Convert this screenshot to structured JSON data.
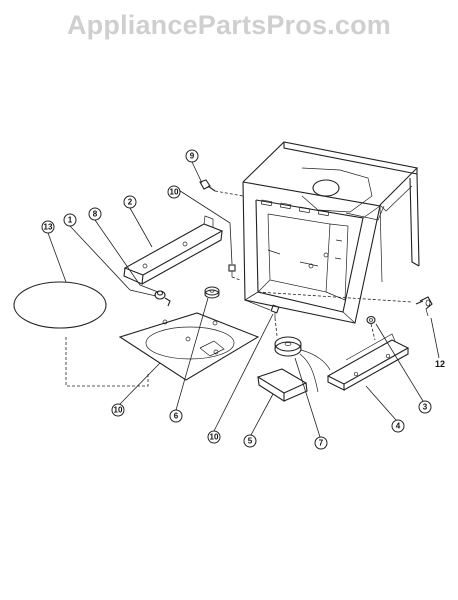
{
  "header": {
    "watermark": "AppliancePartsPros.com"
  },
  "callouts": [
    {
      "id": "c1",
      "label": "1"
    },
    {
      "id": "c2",
      "label": "2"
    },
    {
      "id": "c3",
      "label": "3"
    },
    {
      "id": "c4",
      "label": "4"
    },
    {
      "id": "c5",
      "label": "5"
    },
    {
      "id": "c6",
      "label": "6"
    },
    {
      "id": "c7",
      "label": "7"
    },
    {
      "id": "c8",
      "label": "8"
    },
    {
      "id": "c9",
      "label": "9"
    },
    {
      "id": "c10a",
      "label": "10"
    },
    {
      "id": "c10b",
      "label": "10"
    },
    {
      "id": "c11",
      "label": "11"
    },
    {
      "id": "c12",
      "label": "12"
    },
    {
      "id": "c13",
      "label": "13"
    }
  ]
}
